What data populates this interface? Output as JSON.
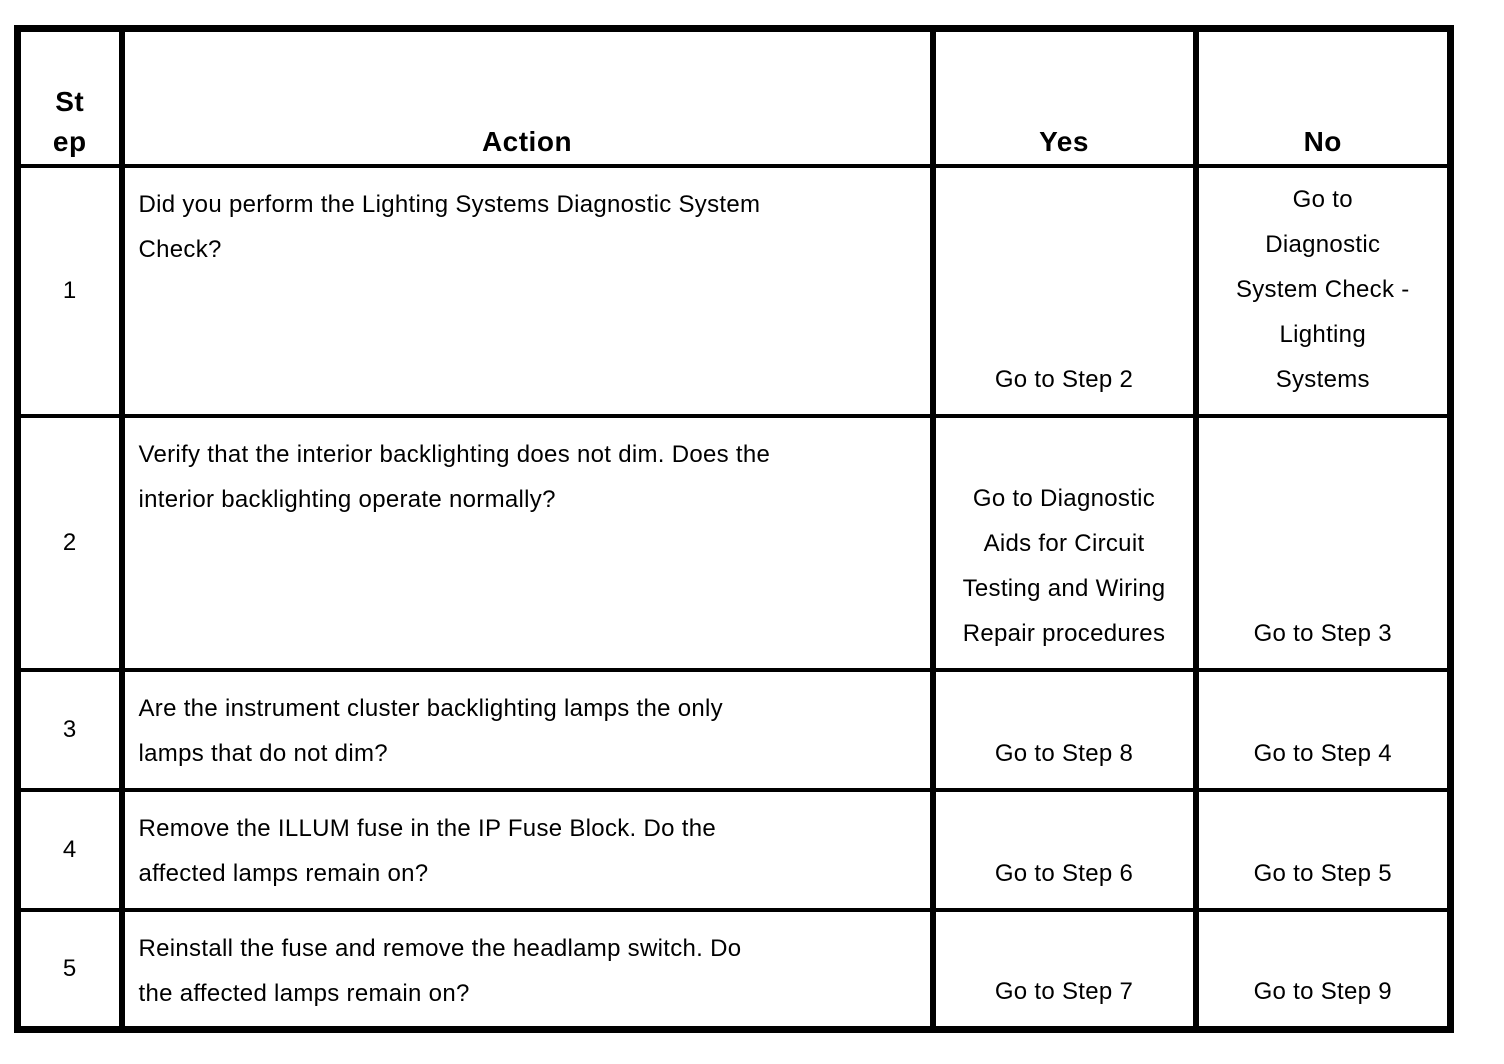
{
  "colors": {
    "border": "#000000",
    "background": "#ffffff",
    "text": "#000000"
  },
  "table": {
    "headers": {
      "step": "St\nep",
      "action": "Action",
      "yes": "Yes",
      "no": "No"
    },
    "rows": [
      {
        "step": "1",
        "action": "Did you perform the Lighting Systems Diagnostic System\nCheck?",
        "yes": "Go to Step 2",
        "no": "Go to\nDiagnostic\nSystem Check -\nLighting\nSystems"
      },
      {
        "step": "2",
        "action": "Verify that the interior backlighting does not dim. Does the\ninterior backlighting operate normally?",
        "yes": "Go to Diagnostic\nAids for Circuit\nTesting and Wiring\nRepair procedures",
        "no": "Go to Step 3"
      },
      {
        "step": "3",
        "action": "Are the instrument cluster backlighting lamps the only\nlamps that do not dim?",
        "yes": "Go to Step 8",
        "no": "Go to Step 4"
      },
      {
        "step": "4",
        "action": "Remove the ILLUM fuse in the IP Fuse Block. Do the\naffected lamps remain on?",
        "yes": "Go to Step 6",
        "no": "Go to Step 5"
      },
      {
        "step": "5",
        "action": "Reinstall the fuse and remove the headlamp switch. Do\nthe affected lamps remain on?",
        "yes": "Go to Step 7",
        "no": "Go to Step 9"
      }
    ]
  }
}
